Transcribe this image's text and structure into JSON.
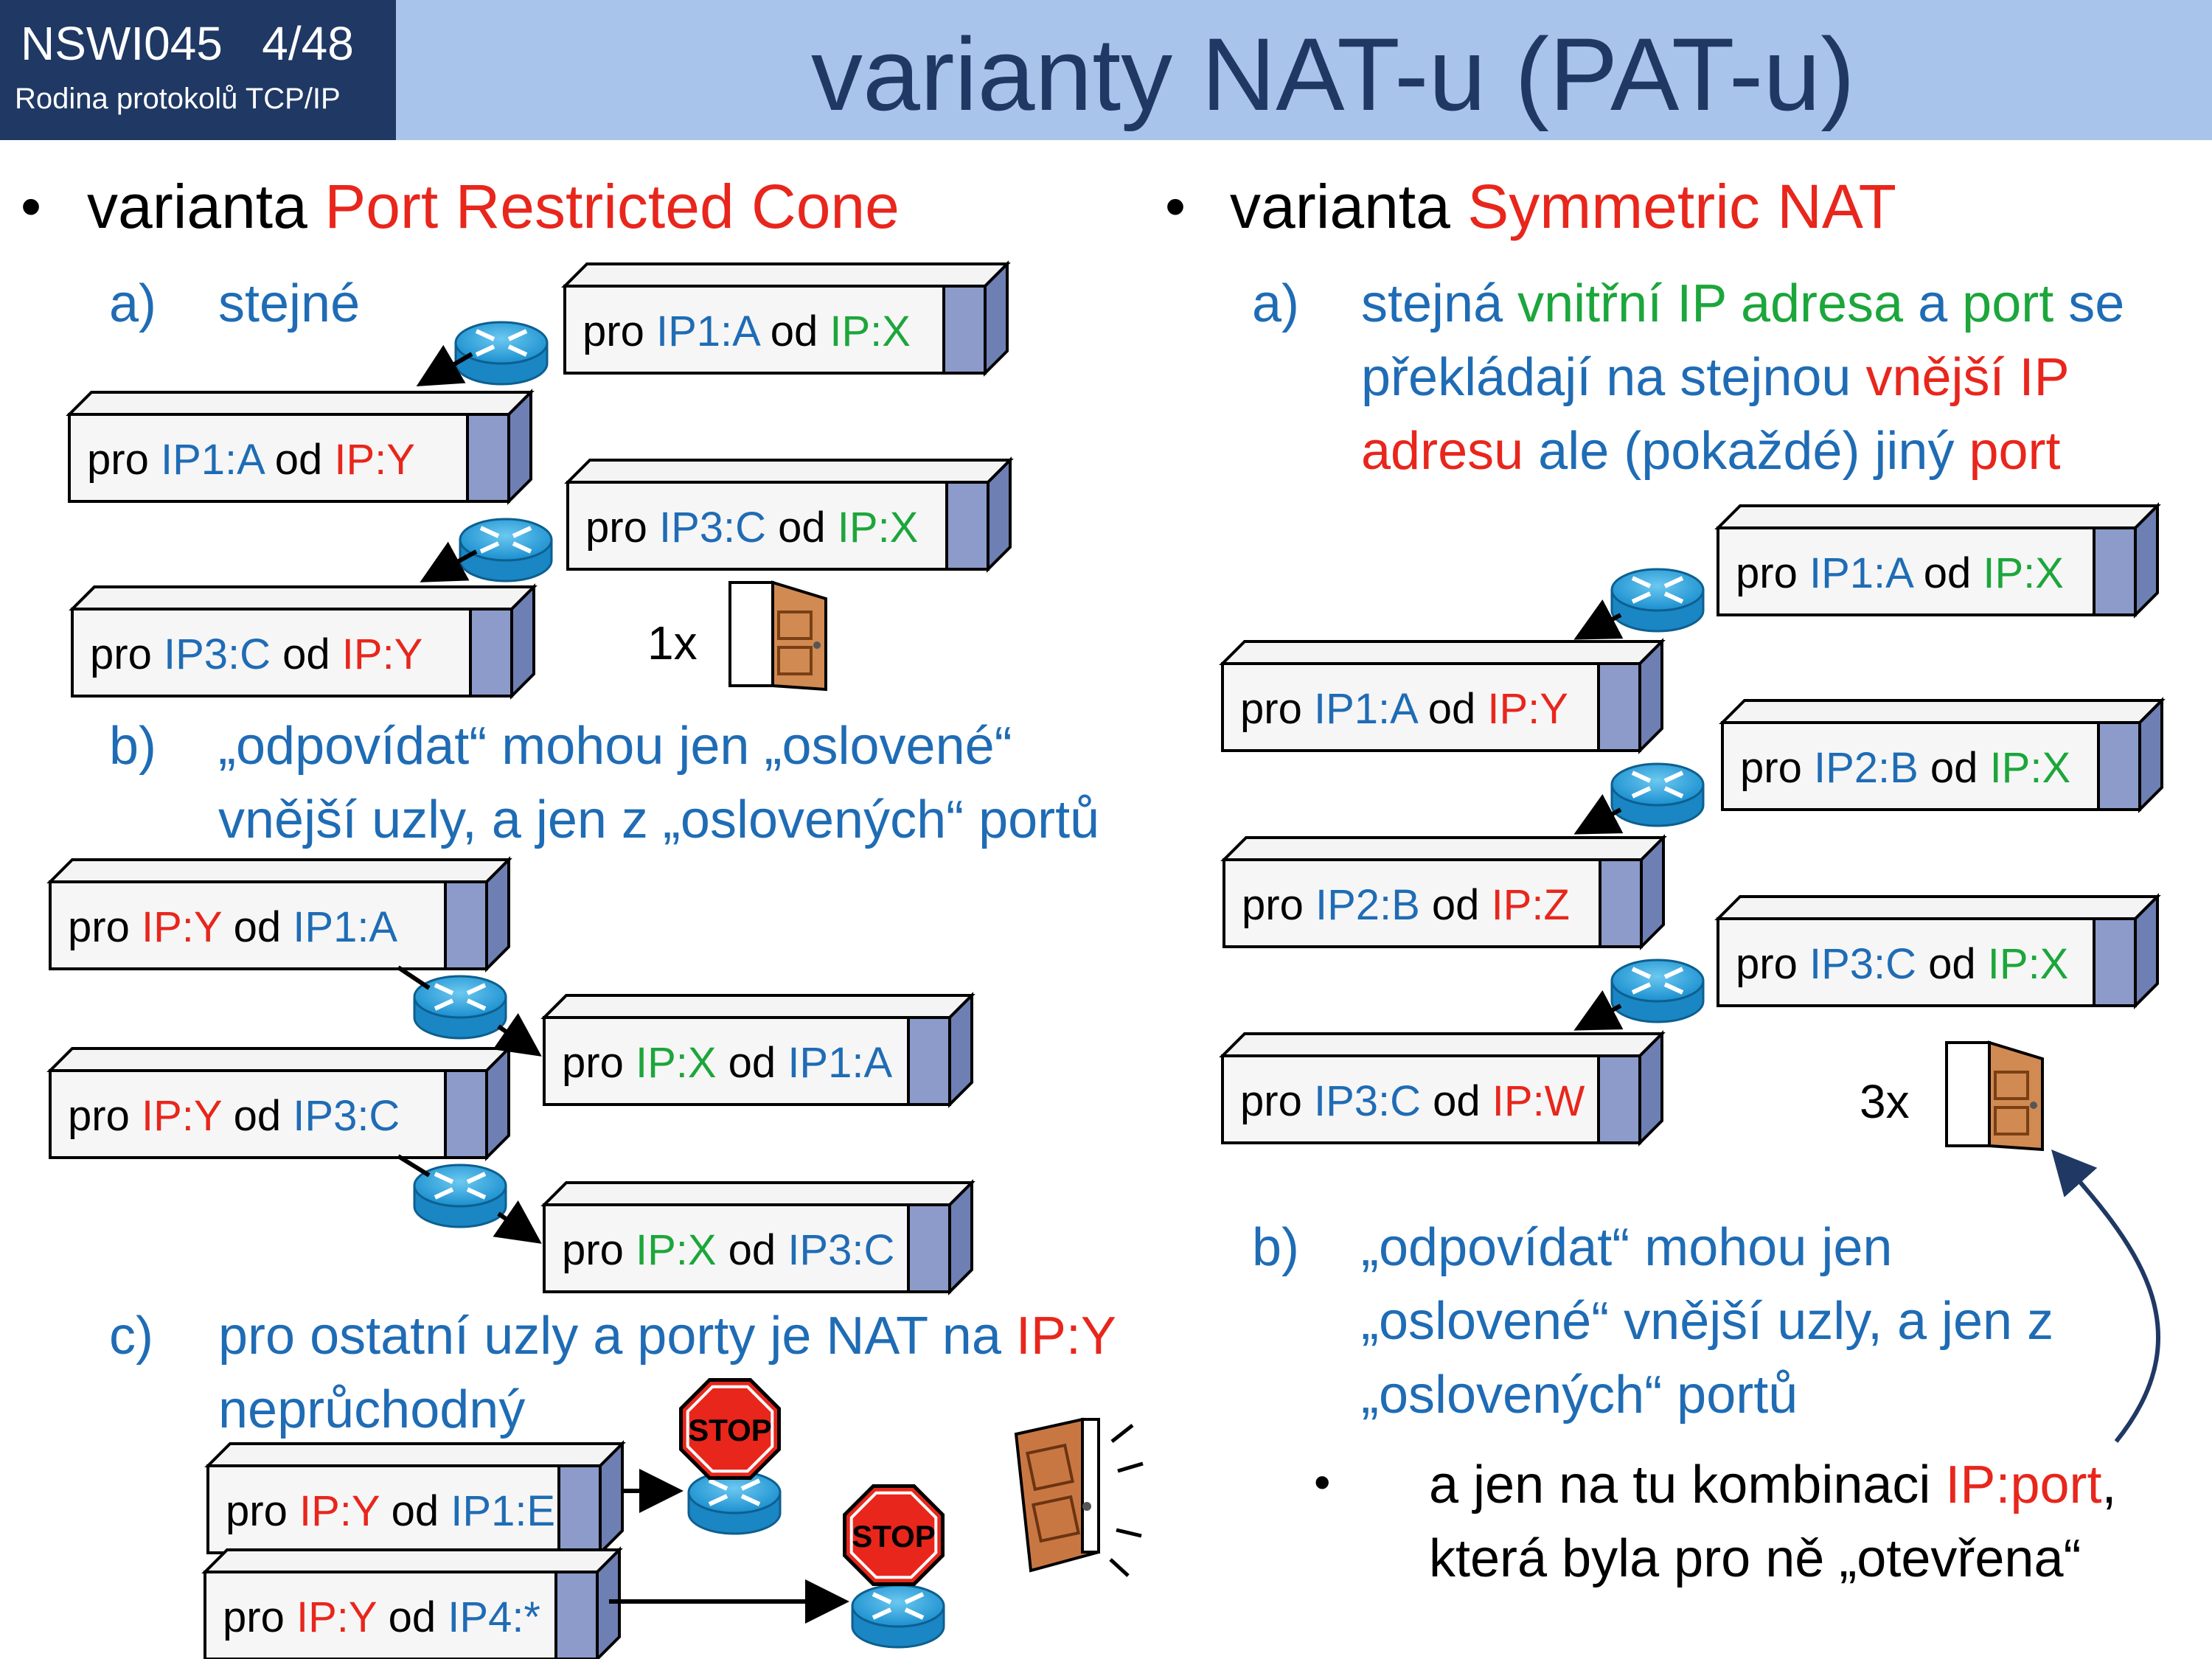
{
  "header": {
    "course": "NSWI045   4/48",
    "subtitle": "Rodina protokolů TCP/IP",
    "title": "varianty NAT-u (PAT-u)"
  },
  "left": {
    "heading_prefix": "varianta ",
    "heading_variant": "Port Restricted Cone",
    "a_marker": "a)",
    "a_text": "stejné",
    "b_marker": "b)",
    "b_line1": "„odpovídat“ mohou jen „oslovené“",
    "b_line2": "vnější uzly, a jen z „oslovených“ portů",
    "c_marker": "c)",
    "c_line1_prefix": "pro ostatní uzly a porty je NAT na ",
    "c_line1_ip": "IP:Y",
    "c_line2": "neprůchodný",
    "count_label": "1x",
    "stop_label": "STOP"
  },
  "right": {
    "heading_prefix": "varianta ",
    "heading_variant": "Symmetric NAT",
    "a_marker": "a)",
    "a_line1": [
      {
        "text": "stejná ",
        "color": "blu"
      },
      {
        "text": "vnitřní IP adresa",
        "color": "grn"
      },
      {
        "text": " a ",
        "color": "blu"
      },
      {
        "text": "port",
        "color": "grn"
      },
      {
        "text": " se",
        "color": "blu"
      }
    ],
    "a_line2": [
      {
        "text": "překládají na stejnou ",
        "color": "blu"
      },
      {
        "text": "vnější IP",
        "color": "red"
      }
    ],
    "a_line3": [
      {
        "text": "adresu",
        "color": "red"
      },
      {
        "text": " ale (pokaždé) jiný ",
        "color": "blu"
      },
      {
        "text": "port",
        "color": "red"
      }
    ],
    "b_marker": "b)",
    "b_line1": "„odpovídat“ mohou jen",
    "b_line2": "„oslovené“ vnější uzly, a jen z",
    "b_line3": "„oslovených“ portů",
    "sub_line1_prefix": "a jen na tu kombinaci ",
    "sub_line1_ip": "IP:port",
    "sub_line1_suffix": ",",
    "sub_line2": "která byla pro ně „otevřena“",
    "count_label": "3x"
  },
  "packets": {
    "left_a": [
      [
        {
          "t": "pro ",
          "c": "blk"
        },
        {
          "t": "IP1:A",
          "c": "blu"
        },
        {
          "t": " od ",
          "c": "blk"
        },
        {
          "t": "IP:X",
          "c": "grn"
        }
      ],
      [
        {
          "t": "pro ",
          "c": "blk"
        },
        {
          "t": "IP1:A",
          "c": "blu"
        },
        {
          "t": " od ",
          "c": "blk"
        },
        {
          "t": "IP:Y",
          "c": "red"
        }
      ],
      [
        {
          "t": "pro ",
          "c": "blk"
        },
        {
          "t": "IP3:C",
          "c": "blu"
        },
        {
          "t": " od ",
          "c": "blk"
        },
        {
          "t": "IP:X",
          "c": "grn"
        }
      ],
      [
        {
          "t": "pro ",
          "c": "blk"
        },
        {
          "t": "IP3:C",
          "c": "blu"
        },
        {
          "t": " od ",
          "c": "blk"
        },
        {
          "t": "IP:Y",
          "c": "red"
        }
      ]
    ],
    "left_b": [
      [
        {
          "t": "pro ",
          "c": "blk"
        },
        {
          "t": "IP:Y",
          "c": "red"
        },
        {
          "t": " od ",
          "c": "blk"
        },
        {
          "t": "IP1:A",
          "c": "blu"
        }
      ],
      [
        {
          "t": "pro ",
          "c": "blk"
        },
        {
          "t": "IP:X",
          "c": "grn"
        },
        {
          "t": " od ",
          "c": "blk"
        },
        {
          "t": "IP1:A",
          "c": "blu"
        }
      ],
      [
        {
          "t": "pro ",
          "c": "blk"
        },
        {
          "t": "IP:Y",
          "c": "red"
        },
        {
          "t": " od ",
          "c": "blk"
        },
        {
          "t": "IP3:C",
          "c": "blu"
        }
      ],
      [
        {
          "t": "pro ",
          "c": "blk"
        },
        {
          "t": "IP:X",
          "c": "grn"
        },
        {
          "t": " od ",
          "c": "blk"
        },
        {
          "t": "IP3:C",
          "c": "blu"
        }
      ]
    ],
    "left_c": [
      [
        {
          "t": "pro ",
          "c": "blk"
        },
        {
          "t": "IP:Y",
          "c": "red"
        },
        {
          "t": " od ",
          "c": "blk"
        },
        {
          "t": "IP1:E",
          "c": "blu"
        }
      ],
      [
        {
          "t": "pro ",
          "c": "blk"
        },
        {
          "t": "IP:Y",
          "c": "red"
        },
        {
          "t": " od ",
          "c": "blk"
        },
        {
          "t": "IP4:*",
          "c": "blu"
        }
      ]
    ],
    "right_a": [
      [
        {
          "t": "pro ",
          "c": "blk"
        },
        {
          "t": "IP1:A",
          "c": "blu"
        },
        {
          "t": " od ",
          "c": "blk"
        },
        {
          "t": "IP:X",
          "c": "grn"
        }
      ],
      [
        {
          "t": "pro ",
          "c": "blk"
        },
        {
          "t": "IP1:A",
          "c": "blu"
        },
        {
          "t": " od ",
          "c": "blk"
        },
        {
          "t": "IP:Y",
          "c": "red"
        }
      ],
      [
        {
          "t": "pro ",
          "c": "blk"
        },
        {
          "t": "IP2:B",
          "c": "blu"
        },
        {
          "t": " od ",
          "c": "blk"
        },
        {
          "t": "IP:X",
          "c": "grn"
        }
      ],
      [
        {
          "t": "pro ",
          "c": "blk"
        },
        {
          "t": "IP2:B",
          "c": "blu"
        },
        {
          "t": " od ",
          "c": "blk"
        },
        {
          "t": "IP:Z",
          "c": "red"
        }
      ],
      [
        {
          "t": "pro ",
          "c": "blk"
        },
        {
          "t": "IP3:C",
          "c": "blu"
        },
        {
          "t": " od ",
          "c": "blk"
        },
        {
          "t": "IP:X",
          "c": "grn"
        }
      ],
      [
        {
          "t": "pro ",
          "c": "blk"
        },
        {
          "t": "IP3:C",
          "c": "blu"
        },
        {
          "t": " od ",
          "c": "blk"
        },
        {
          "t": "IP:W",
          "c": "red"
        }
      ]
    ]
  },
  "colors": {
    "header_dark": "#1f3864",
    "header_band": "#a9c4eb",
    "blue": "#1f6cb5",
    "red": "#e8261c",
    "green": "#1ca63b"
  }
}
